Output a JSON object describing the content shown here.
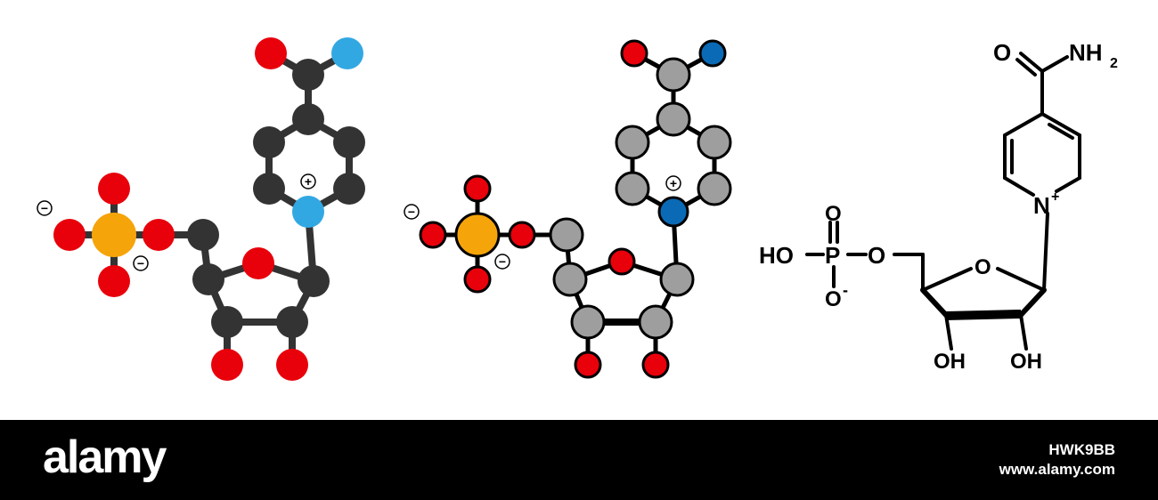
{
  "colors": {
    "carbon_dark": "#333333",
    "carbon_grey": "#9e9e9e",
    "oxygen": "#e8000b",
    "nitrogen_light": "#32a8e3",
    "nitrogen_dark": "#0a6ab5",
    "phosphorus": "#f5a40a",
    "bond": "#000000",
    "footer_bg": "#000000"
  },
  "labels": {
    "charge_plus": "+",
    "charge_minus": "−",
    "amide_o": "O",
    "amide_nh": "NH",
    "amide_sub": "2",
    "ring_n": "N",
    "ring_n_charge": "+",
    "ho": "HO",
    "p": "P",
    "phos_o_top": "O",
    "phos_o_bottom": "O",
    "phos_o_bottom_charge": "-",
    "ester_o": "O",
    "ring_o": "O",
    "oh_left": "OH",
    "oh_right": "OH"
  },
  "footer": {
    "logo": "alamy",
    "image_id": "HWK9BB",
    "site": "www.alamy.com"
  }
}
